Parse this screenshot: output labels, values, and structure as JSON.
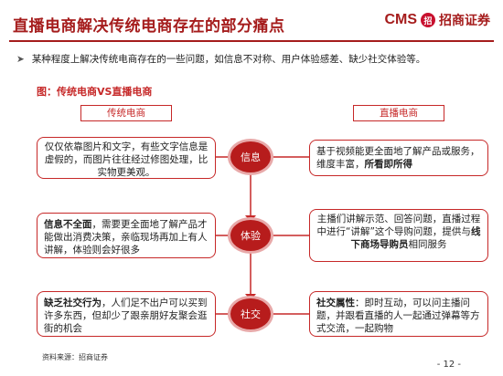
{
  "header": {
    "title": "直播电商解决传统电商存在的部分痛点",
    "logo_cms": "CMS",
    "logo_mark": "招",
    "logo_cn": "招商证券"
  },
  "bullet": {
    "arrow": "➤",
    "text": "某种程度上解决传统电商存在的一些问题，如信息不对称、用户体验感差、缺少社交体验等。"
  },
  "figure": {
    "title": "图：传统电商VS直播电商",
    "left_header": "传统电商",
    "right_header": "直播电商",
    "rows": [
      {
        "node": "信息",
        "left": {
          "lead": "",
          "text": "仅仅依靠图片和文字，有些文字信息是虚假的，而图片往往经过修图处理，比实物更美观。"
        },
        "right": {
          "text": "基于视频能更全面地了解产品或服务，维度丰富，",
          "bold": "所看即所得"
        }
      },
      {
        "node": "体验",
        "left": {
          "lead": "信息不全面",
          "text": "，需要更全面地了解产品才能做出消费决策，亲临现场再加上有人讲解，体验则会好很多"
        },
        "right": {
          "text_a": "主播们讲解示范、回答问题，直播过程中进行“讲解”这个导购问题，提供与",
          "bold": "线下商场导购员",
          "text_b": "相同服务"
        }
      },
      {
        "node": "社交",
        "left": {
          "lead": "缺乏社交行为",
          "text": "，人们足不出户可以买到许多东西，但却少了跟亲朋好友聚会逛街的机会"
        },
        "right": {
          "lead": "社交属性",
          "text": "：即时互动，可以问主播问题，并跟看直播的人一起通过弹幕等方式交流，一起购物"
        }
      }
    ]
  },
  "footer": {
    "source": "资料来源：招商证券",
    "page": "- 12 -"
  },
  "colors": {
    "accent": "#a51c1c",
    "node_fill": "#b71c1c",
    "border": "#c62828"
  }
}
